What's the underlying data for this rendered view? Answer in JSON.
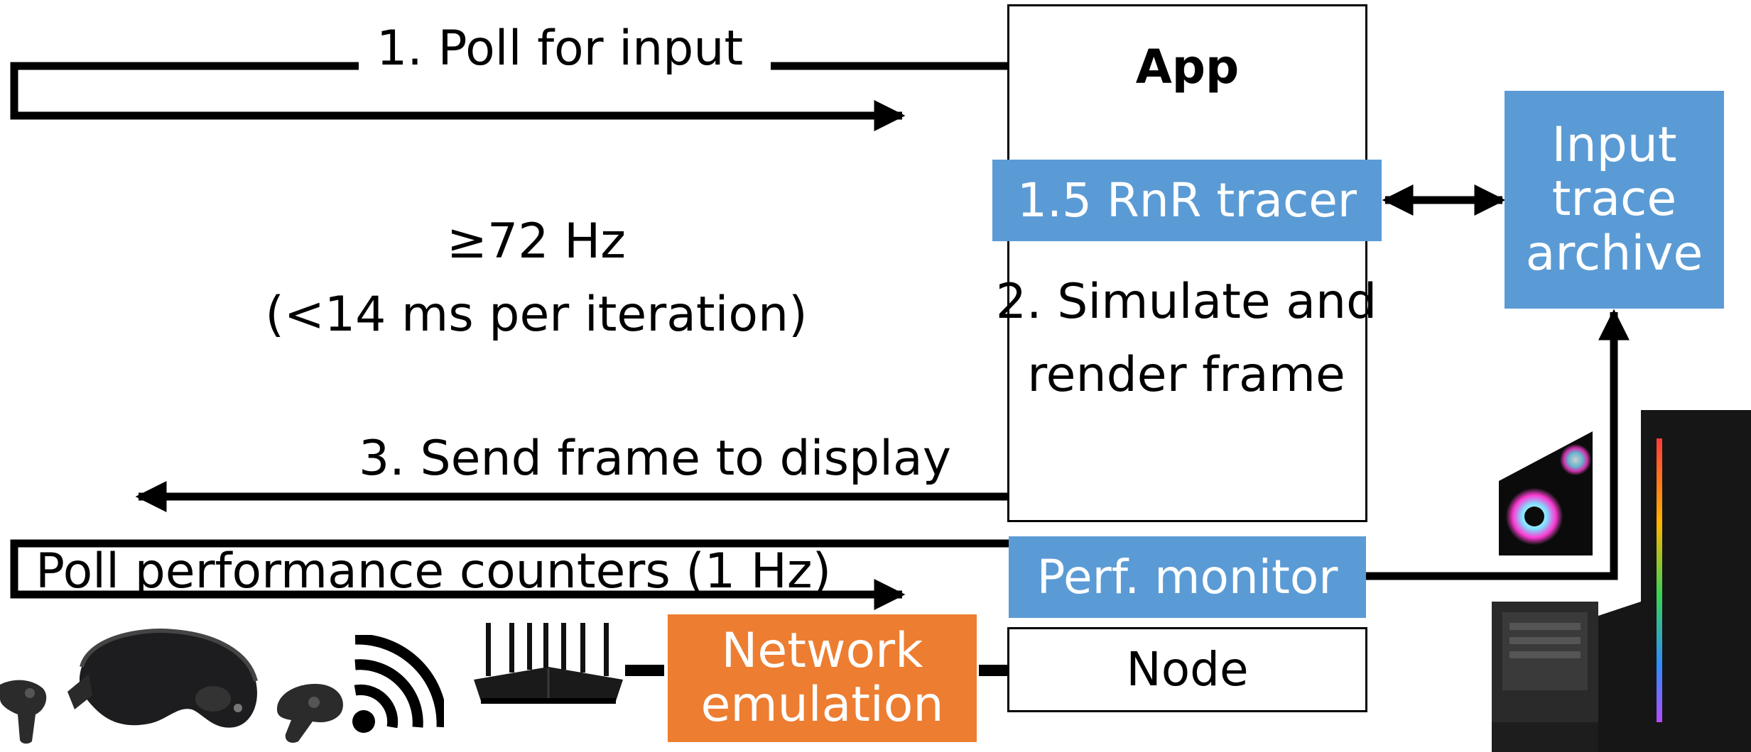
{
  "colors": {
    "blue": "#5B9BD5",
    "orange": "#ED7D31",
    "line": "#000000"
  },
  "app": {
    "title": "App",
    "tracer": "1.5 RnR tracer",
    "simulate_line1": "2. Simulate and",
    "simulate_line2": "render frame",
    "perf_monitor": "Perf. monitor",
    "node": "Node"
  },
  "archive": {
    "line1": "Input",
    "line2": "trace",
    "line3": "archive"
  },
  "loop": {
    "poll_input": "1. Poll for input",
    "rate": "≥72 Hz",
    "iteration": "(<14 ms per iteration)",
    "send_frame": "3. Send frame to display",
    "poll_counters": "Poll performance counters (1 Hz)"
  },
  "network": {
    "line1": "Network",
    "line2": "emulation"
  },
  "icons": {
    "headset": "vr-headset-icon",
    "controller_left": "controller-icon",
    "controller_right": "controller-icon",
    "wifi": "wifi-icon",
    "router": "router-icon",
    "pc": "desktop-pc-icon"
  }
}
